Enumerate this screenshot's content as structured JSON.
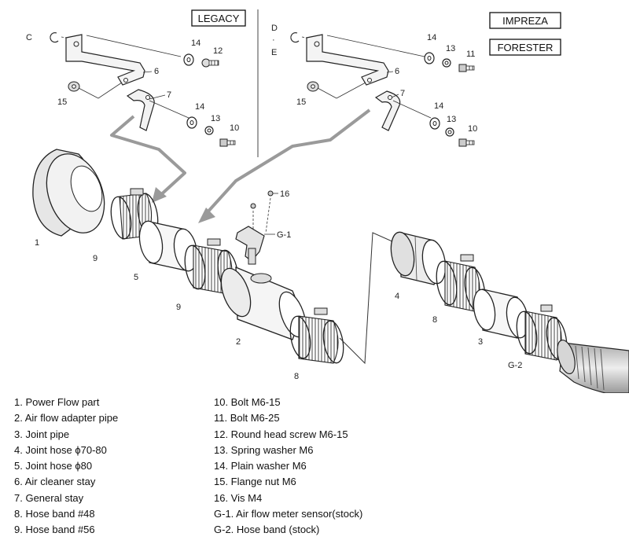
{
  "diagram": {
    "model_labels": {
      "legacy": "LEGACY",
      "impreza": "IMPREZA",
      "forester": "FORESTER"
    },
    "view_marks": {
      "c": "C",
      "d_e": [
        "D",
        "·",
        "E"
      ]
    },
    "left_bracket_callouts": {
      "washer": "14",
      "screw": "12",
      "stay": "6",
      "general_stay": "7",
      "nut": "15",
      "washer_b": "14",
      "spring_washer": "13",
      "bolt": "10"
    },
    "right_bracket_callouts": {
      "washer": "14",
      "spring_washer_a": "13",
      "bolt_a": "11",
      "stay": "6",
      "general_stay": "7",
      "nut": "15",
      "washer_b": "14",
      "spring_washer_b": "13",
      "bolt_b": "10"
    },
    "part_callouts": {
      "power_flow": "1",
      "band_a": "9",
      "joint_hose_a": "5",
      "band_b": "9",
      "adapter_pipe": "2",
      "band_c": "8",
      "vis": "16",
      "sensor": "G-1",
      "joint_hose_b": "4",
      "band_d": "8",
      "joint_pipe": "3",
      "hose_band_stock": "G-2"
    }
  },
  "legend": {
    "left": [
      "1. Power Flow part",
      "2. Air flow adapter pipe",
      "3. Joint pipe",
      "4. Joint hose ϕ70-80",
      "5. Joint hose ϕ80",
      "6. Air cleaner stay",
      "7. General stay",
      "8. Hose band #48",
      "9. Hose band #56"
    ],
    "right": [
      "10. Bolt M6-15",
      "11. Bolt M6-25",
      "12. Round head screw M6-15",
      "13. Spring washer M6",
      "14. Plain washer M6",
      "15. Flange nut M6",
      "16. Vis M4",
      "G-1. Air flow meter sensor(stock)",
      "G-2. Hose band (stock)"
    ]
  }
}
